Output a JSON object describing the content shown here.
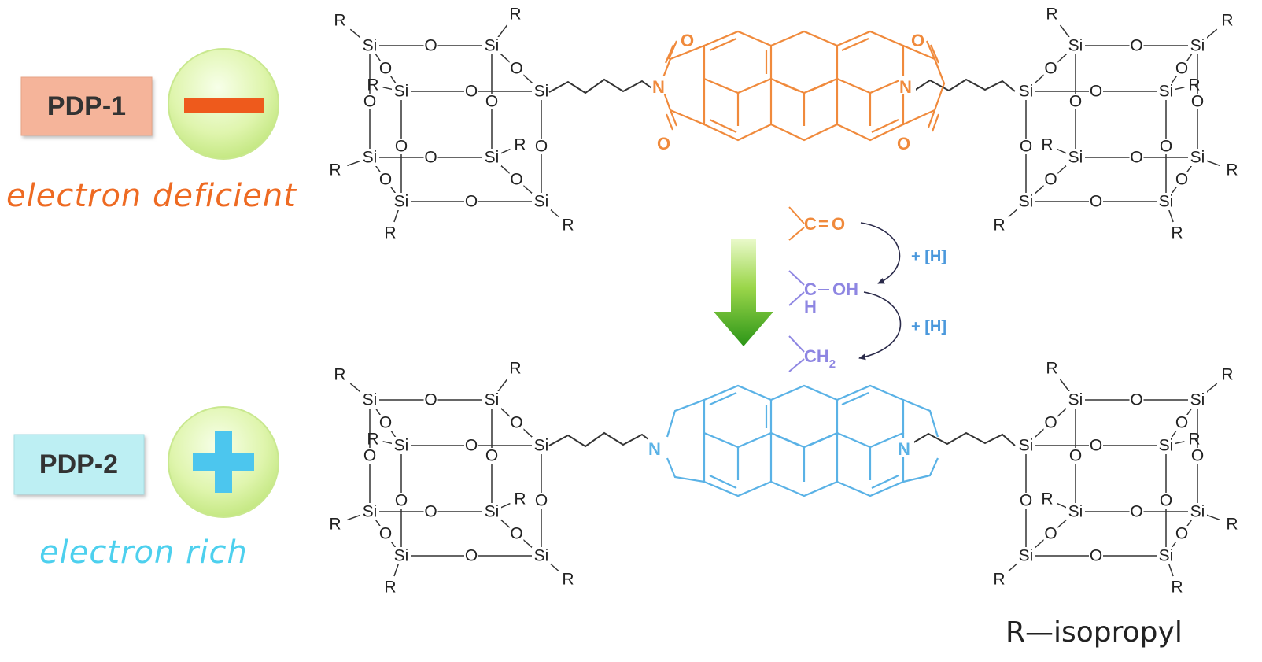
{
  "compounds": [
    {
      "name": "PDP-1",
      "sign": "minus",
      "sign_color": "#EE5A1C",
      "box_color": "#F5B49A",
      "property": "electron deficient",
      "property_color": "#EE6A22",
      "core_color": "#F08A3C"
    },
    {
      "name": "PDP-2",
      "sign": "plus",
      "sign_color": "#4CC6EE",
      "box_color": "#BDEFF3",
      "property": "electron rich",
      "property_color": "#4DD0EE",
      "core_color": "#5AB2E6"
    }
  ],
  "atoms": {
    "si": "Si",
    "o": "O",
    "r": "R",
    "n": "N"
  },
  "reduction": {
    "carbonyl": {
      "c": "C",
      "eq": "=",
      "o": "O"
    },
    "alcohol": {
      "c": "C",
      "h": "H",
      "oh": "OH"
    },
    "methylene": "CH",
    "methylene_sub": "2",
    "step1": "+ [H]",
    "step2": "+ [H]",
    "carbonyl_color": "#F08A3C",
    "reduced_color": "#8E86E2",
    "step_color": "#4A98DC",
    "arrow_color": "#39A51D"
  },
  "footnote": "R—isopropyl"
}
